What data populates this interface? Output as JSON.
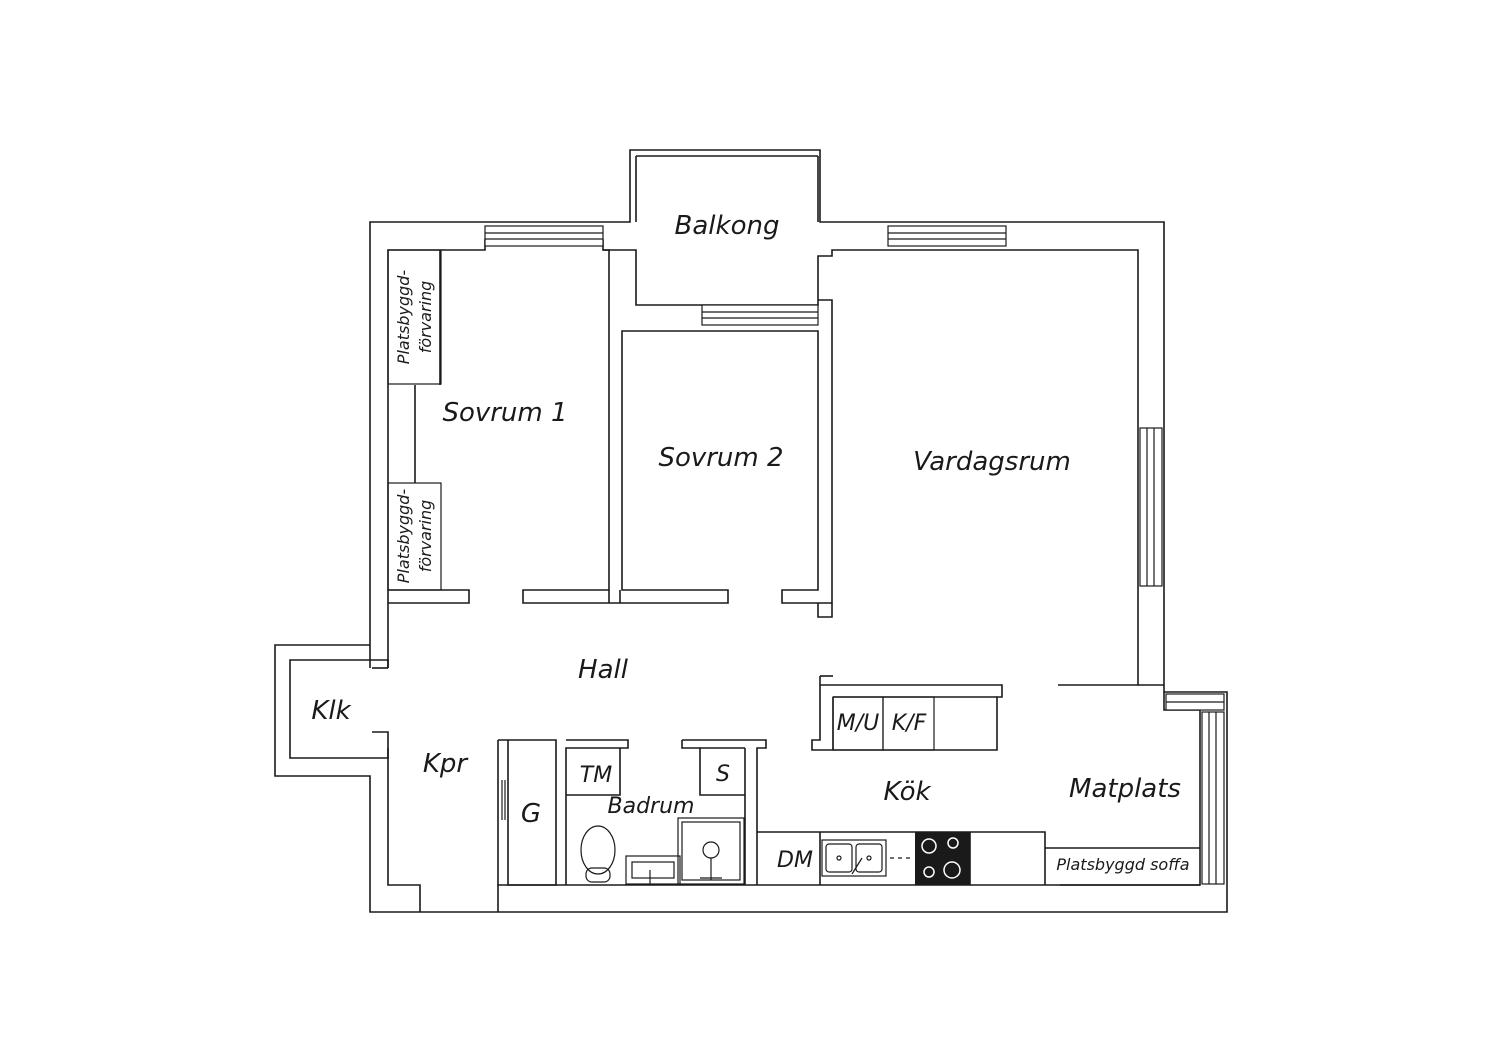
{
  "rooms": {
    "balkong": "Balkong",
    "sovrum1": "Sovrum 1",
    "sovrum2": "Sovrum 2",
    "vardagsrum": "Vardagsrum",
    "hall": "Hall",
    "klk": "Klk",
    "kpr": "Kpr",
    "badrum": "Badrum",
    "kok": "Kök",
    "matplats": "Matplats"
  },
  "fixtures": {
    "storage_line1": "Platsbyggd-",
    "storage_line2": "förvaring",
    "g": "G",
    "tm": "TM",
    "s": "S",
    "dm": "DM",
    "mu": "M/U",
    "kf": "K/F",
    "sofa": "Platsbyggd soffa"
  }
}
